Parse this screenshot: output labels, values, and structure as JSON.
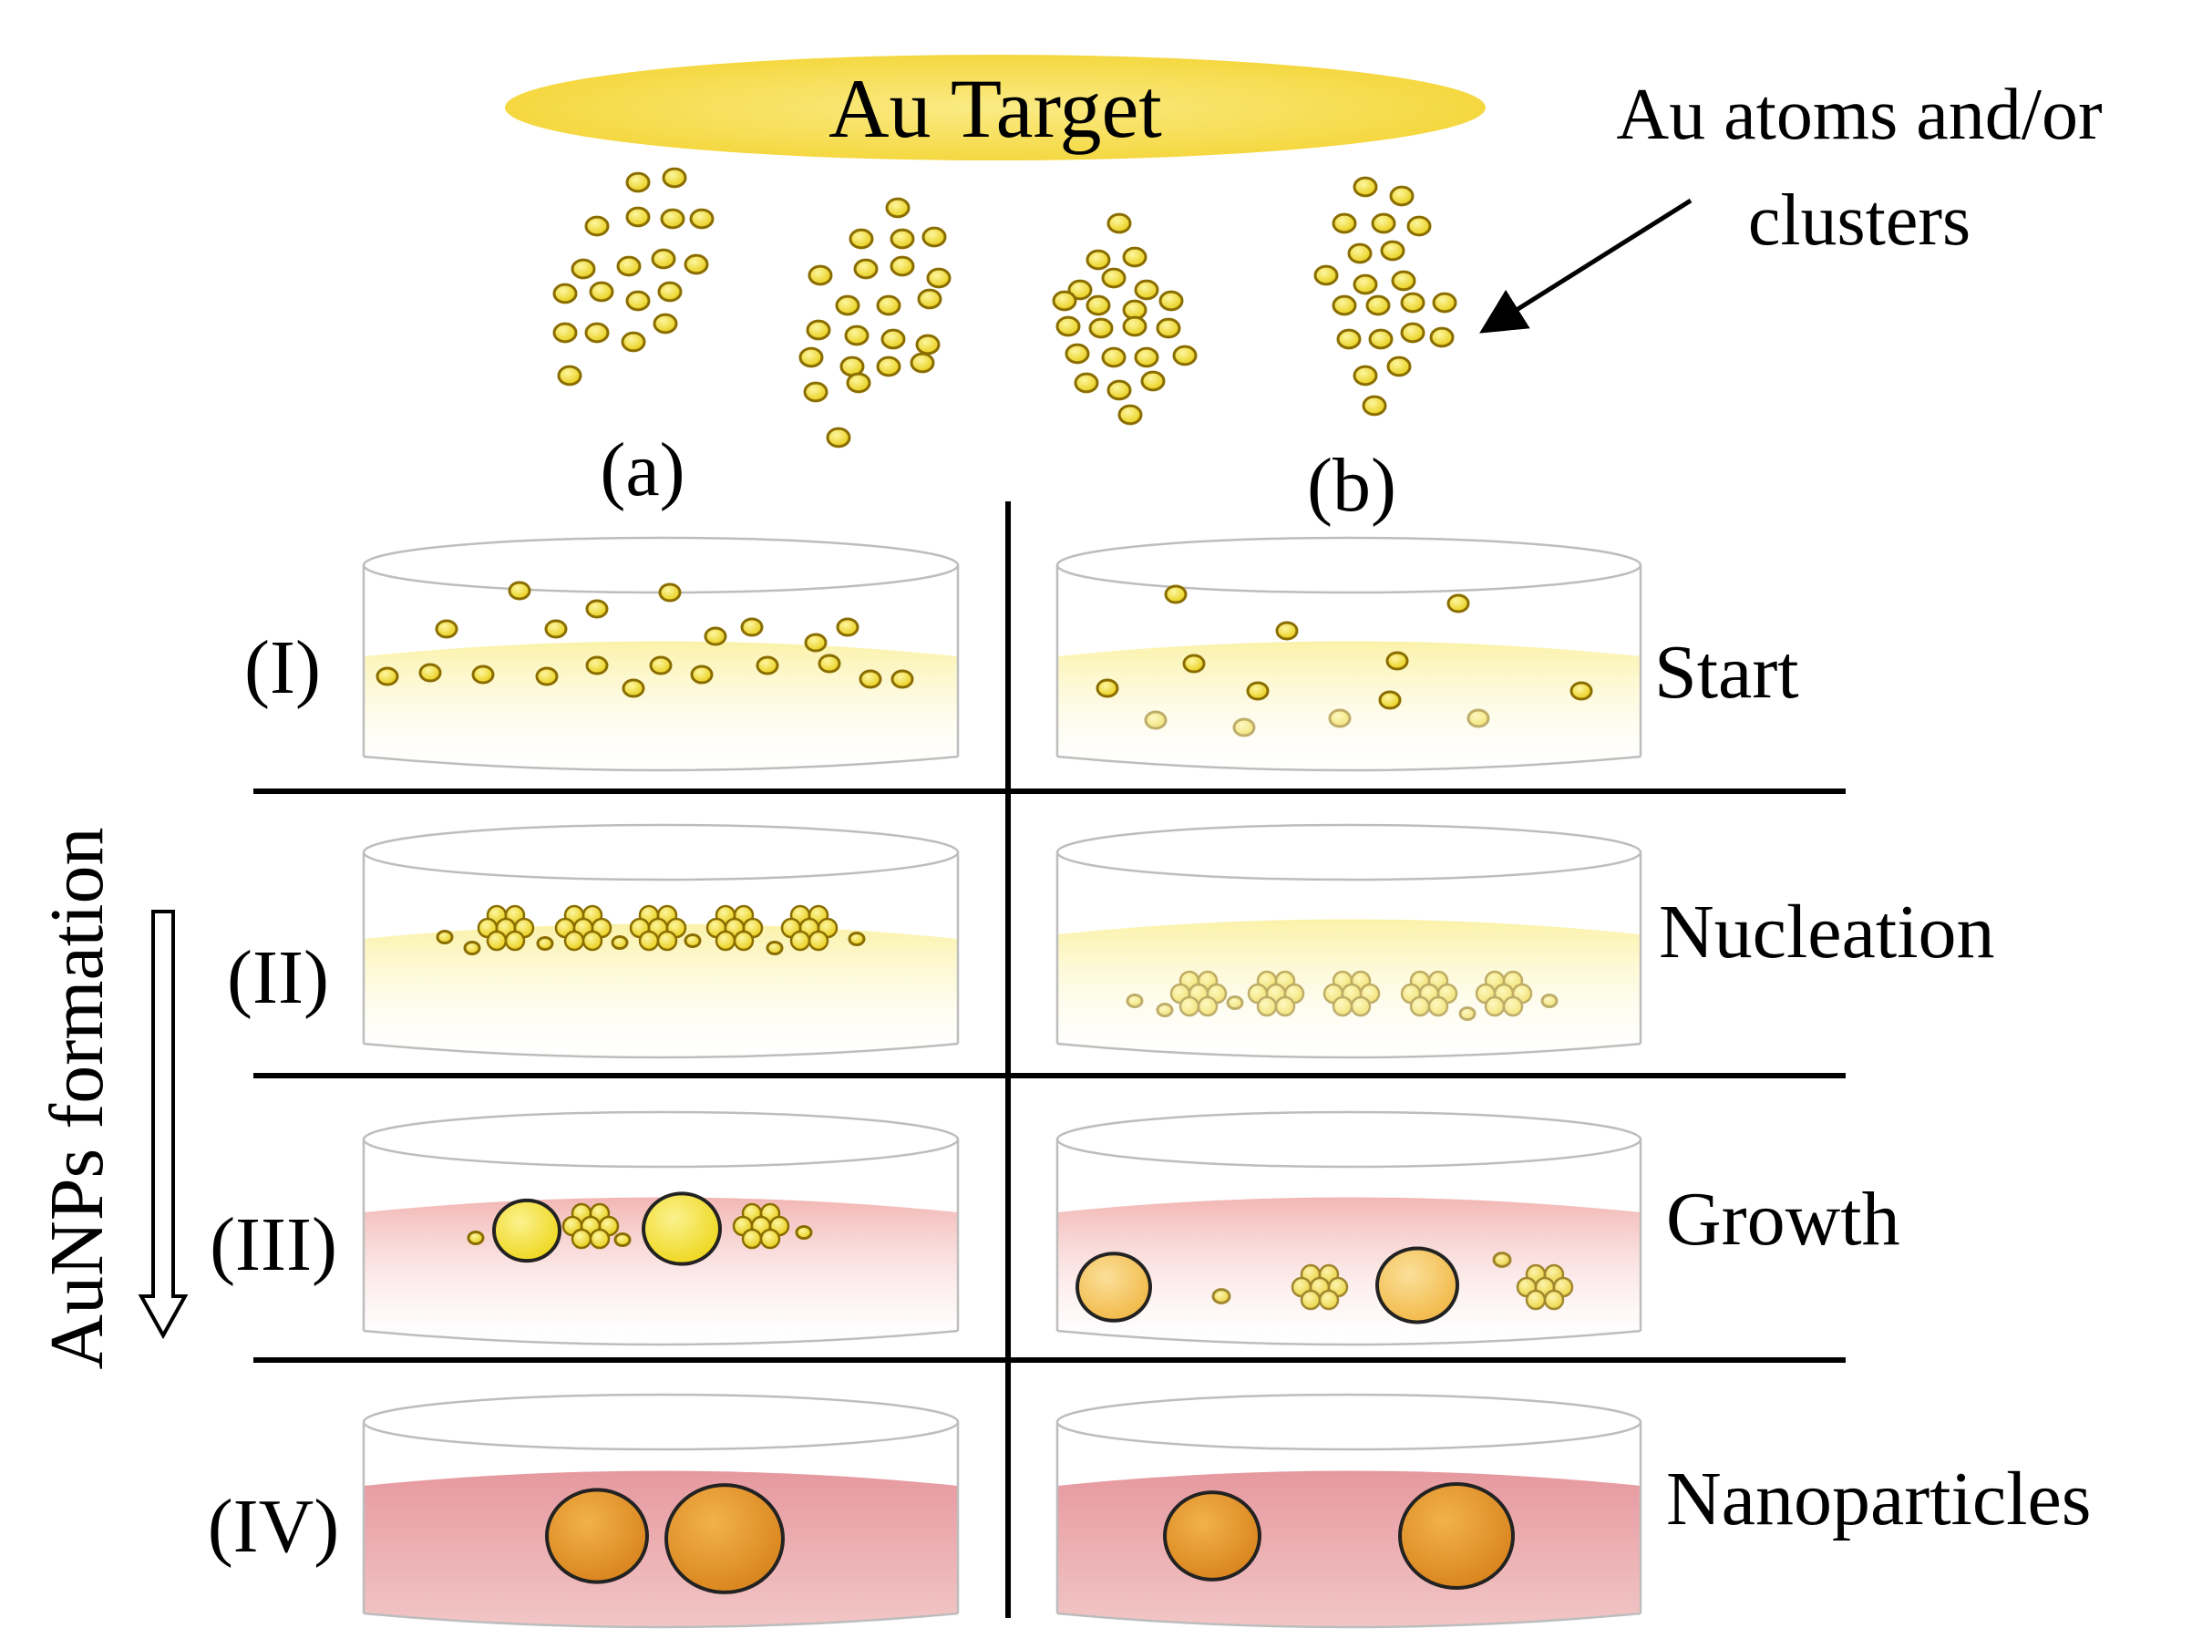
{
  "target_label": "Au Target",
  "atoms_label_line1": "Au atoms and/or",
  "atoms_label_line2": "clusters",
  "column_a_label": "(a)",
  "column_b_label": "(b)",
  "axis_label": "AuNPs formation",
  "stages": [
    {
      "numeral": "(I)",
      "name": "Start"
    },
    {
      "numeral": "(II)",
      "name": "Nucleation"
    },
    {
      "numeral": "(III)",
      "name": "Growth"
    },
    {
      "numeral": "(IV)",
      "name": "Nanoparticles"
    }
  ],
  "colors": {
    "target": "#f7df5a",
    "atom_fill": "#f3dc2c",
    "atom_stroke": "#8a6d00",
    "liquid_yellow": "#fbf4b8",
    "liquid_pink_light": "#f6c9c6",
    "liquid_pink": "#e9a1a6",
    "particle_orange": "#e89a2c",
    "particle_yellow": "#f5e23a",
    "line": "#000000",
    "dish": "#bdbdbd"
  },
  "icons": {
    "target": "gold-target-disc",
    "pointer": "arrow-pointer-icon",
    "process_arrow": "hollow-down-arrow-icon"
  }
}
